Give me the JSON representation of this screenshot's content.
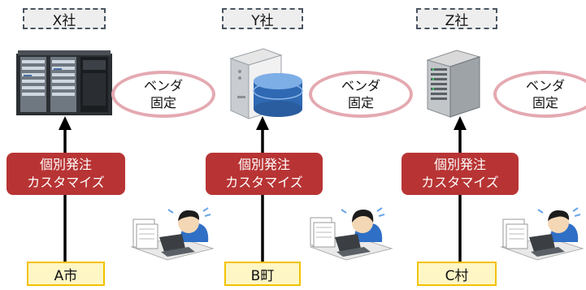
{
  "columns": [
    {
      "company": "X社",
      "vendor_line1": "ベンダ",
      "vendor_line2": "固定",
      "order_line1": "個別発注",
      "order_line2": "カスタマイズ",
      "municipality": "A市"
    },
    {
      "company": "Y社",
      "vendor_line1": "ベンダ",
      "vendor_line2": "固定",
      "order_line1": "個別発注",
      "order_line2": "カスタマイズ",
      "municipality": "B町"
    },
    {
      "company": "Z社",
      "vendor_line1": "ベンダ",
      "vendor_line2": "固定",
      "order_line1": "個別発注",
      "order_line2": "カスタマイズ",
      "municipality": "C村"
    }
  ],
  "colors": {
    "company_bg": "#eeeeee",
    "company_border": "#4a5560",
    "vendor_border": "#e4a9b1",
    "order_bg": "#b83434",
    "municipality_bg": "#fff6c6",
    "municipality_border": "#f2c200",
    "arrow": "#000000"
  },
  "icons": {
    "server_x": "rack-server-icon",
    "server_y": "database-server-icon",
    "server_z": "tower-server-icon",
    "worker": "stressed-office-worker-icon"
  }
}
